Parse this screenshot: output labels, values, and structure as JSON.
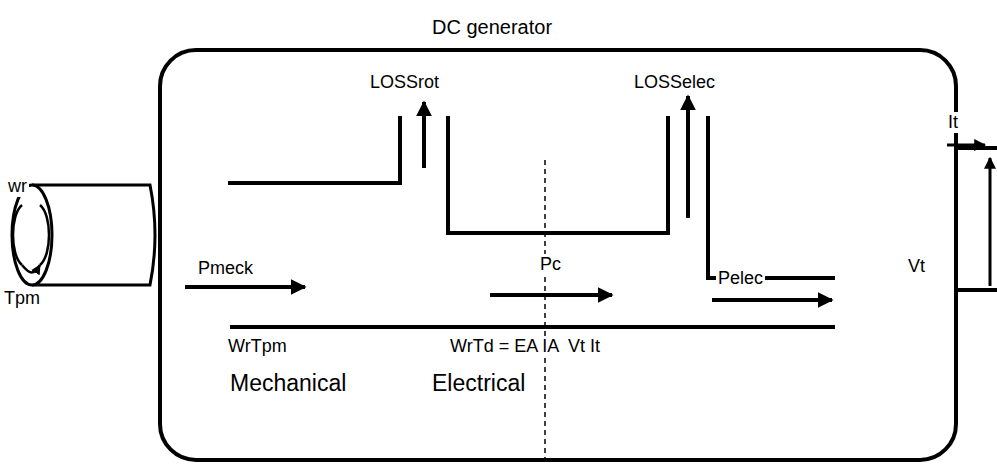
{
  "diagram": {
    "nodes": [
      {
        "text": [
          "DC generator"
        ]
      }
    ],
    "labels": [
      "wr",
      "Tpm",
      "LOSSrot",
      "LOSSelec",
      "Pmeck",
      "Pc",
      "Pelec",
      "WrTpm",
      "WrTd = EA IA",
      "Vt It",
      "Mechanical",
      "Electrical",
      "It",
      "Vt"
    ]
  }
}
